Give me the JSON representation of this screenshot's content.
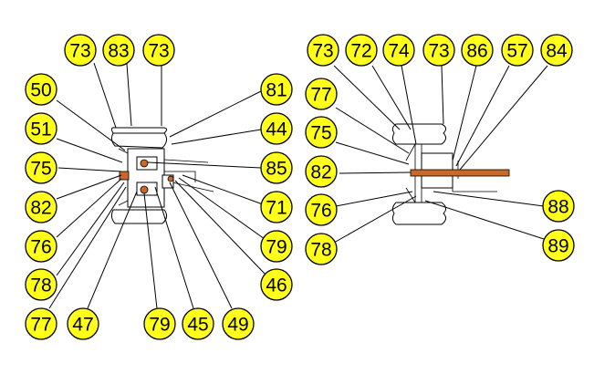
{
  "colors": {
    "callout_fill": "#ffff1a",
    "callout_stroke": "#000000",
    "pin": "#c8682a",
    "background": "#ffffff"
  },
  "left_assembly": {
    "callouts": [
      "73",
      "83",
      "73",
      "50",
      "51",
      "75",
      "82",
      "76",
      "78",
      "77",
      "47",
      "79",
      "45",
      "49",
      "46",
      "79",
      "71",
      "85",
      "44",
      "81"
    ]
  },
  "right_assembly": {
    "callouts": [
      "73",
      "72",
      "74",
      "73",
      "86",
      "57",
      "84",
      "77",
      "75",
      "82",
      "76",
      "78",
      "88",
      "89"
    ]
  }
}
